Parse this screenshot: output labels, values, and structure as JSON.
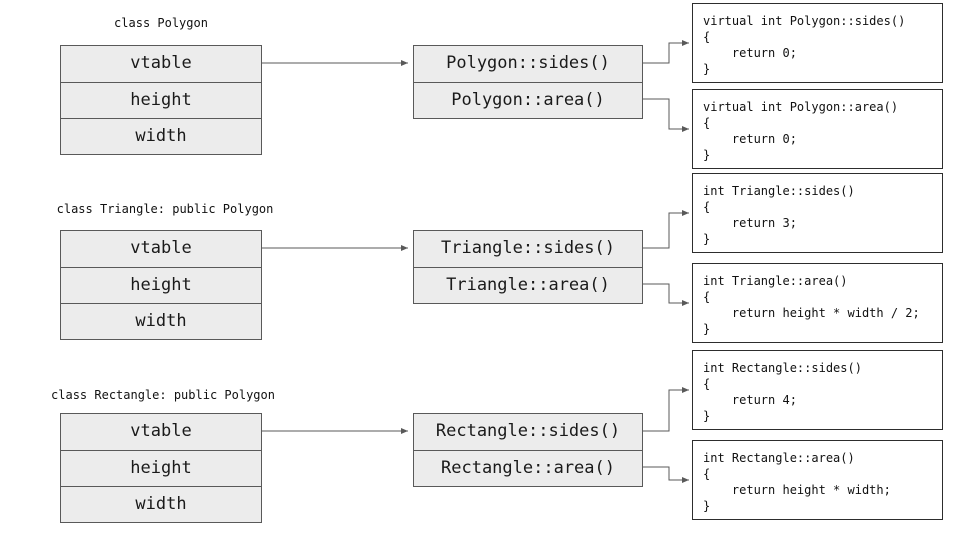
{
  "diagram": {
    "title_hint": "C++ virtual table dispatch diagram",
    "groups": [
      {
        "label": "class Polygon",
        "object_rows": [
          "vtable",
          "height",
          "width"
        ],
        "vtable_rows": [
          "Polygon::sides()",
          "Polygon::area()"
        ],
        "code_boxes": [
          {
            "lines": [
              "virtual int Polygon::sides()",
              "{",
              "    return 0;",
              "}"
            ]
          },
          {
            "lines": [
              "virtual int Polygon::area()",
              "{",
              "    return 0;",
              "}"
            ]
          }
        ]
      },
      {
        "label": "class Triangle: public Polygon",
        "object_rows": [
          "vtable",
          "height",
          "width"
        ],
        "vtable_rows": [
          "Triangle::sides()",
          "Triangle::area()"
        ],
        "code_boxes": [
          {
            "lines": [
              "int Triangle::sides()",
              "{",
              "    return 3;",
              "}"
            ]
          },
          {
            "lines": [
              "int Triangle::area()",
              "{",
              "    return height * width / 2;",
              "}"
            ]
          }
        ]
      },
      {
        "label": "class Rectangle: public Polygon",
        "object_rows": [
          "vtable",
          "height",
          "width"
        ],
        "vtable_rows": [
          "Rectangle::sides()",
          "Rectangle::area()"
        ],
        "code_boxes": [
          {
            "lines": [
              "int Rectangle::sides()",
              "{",
              "    return 4;",
              "}"
            ]
          },
          {
            "lines": [
              "int Rectangle::area()",
              "{",
              "    return height * width;",
              "}"
            ]
          }
        ]
      }
    ]
  },
  "colors": {
    "background": "#ffffff",
    "box_fill": "#ececec",
    "box_border": "#595959",
    "code_box_border": "#2d2d2d",
    "arrow": "#595959",
    "text": "#1a1a1a"
  }
}
